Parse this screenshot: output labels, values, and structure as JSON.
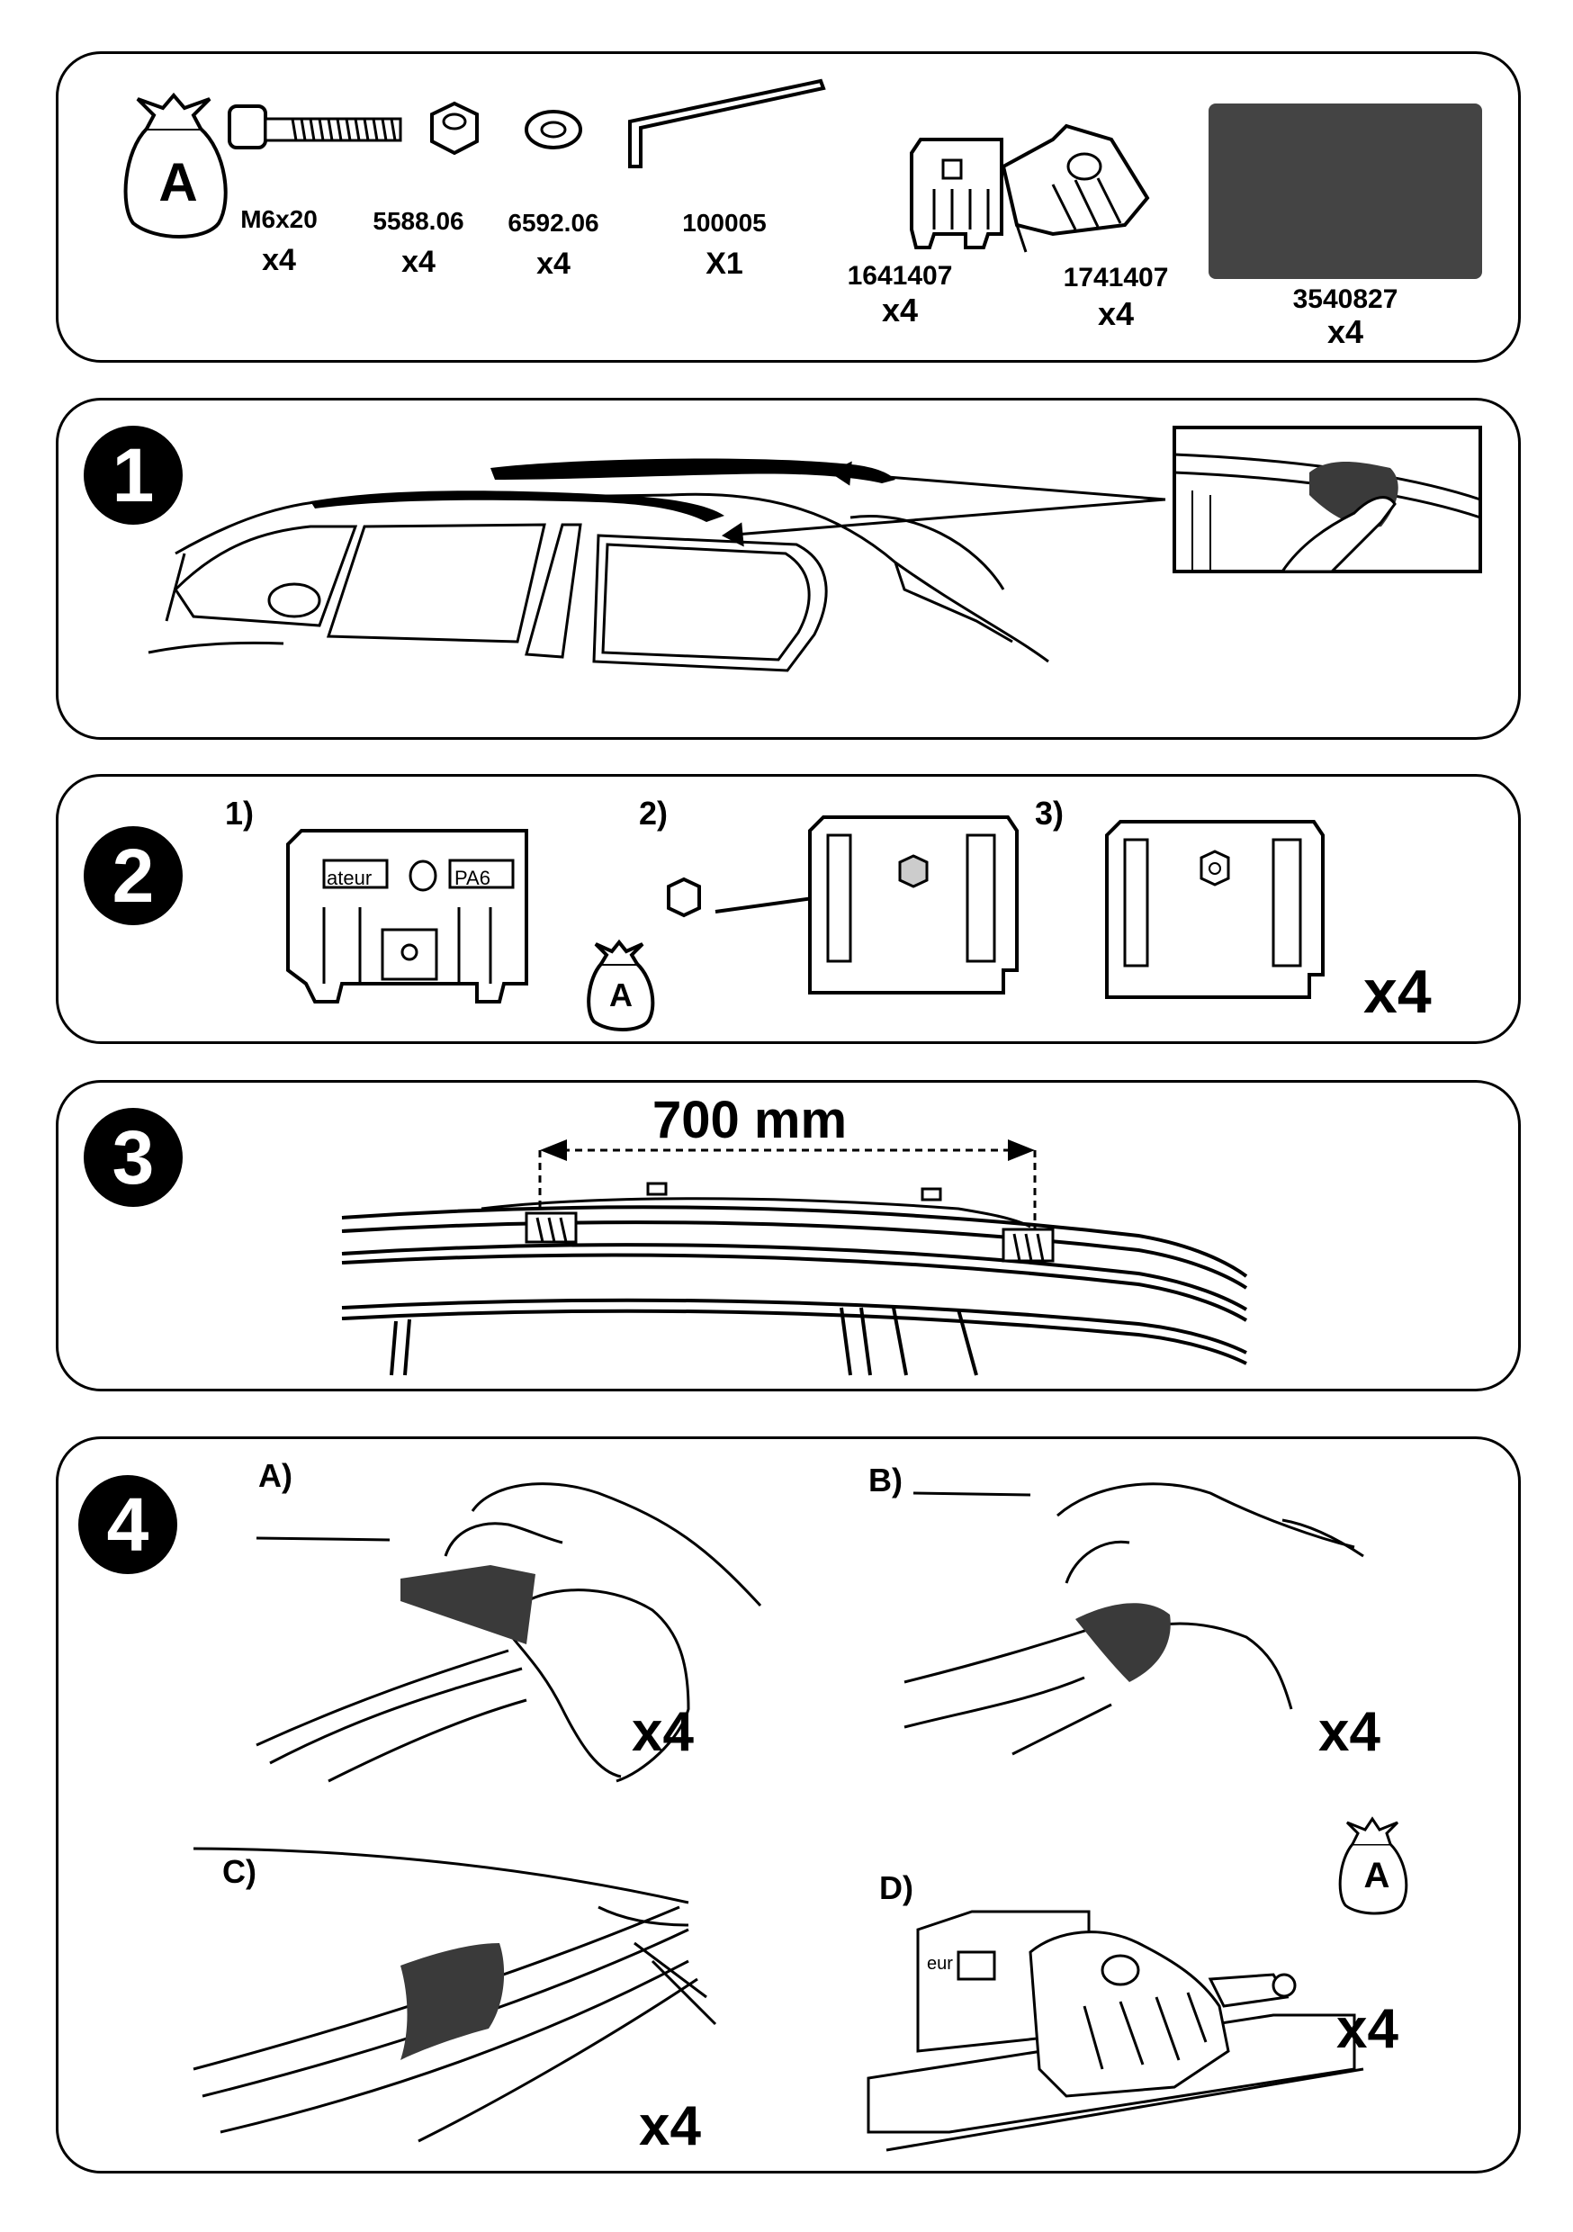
{
  "kit": {
    "bag_letter": "A",
    "parts": [
      {
        "number": "M6x20",
        "quantity": "x4"
      },
      {
        "number": "5588.06",
        "quantity": "x4"
      },
      {
        "number": "6592.06",
        "quantity": "x4"
      },
      {
        "number": "100005",
        "quantity": "X1"
      },
      {
        "number": "1641407",
        "quantity": "x4"
      },
      {
        "number": "1741407",
        "quantity": "x4"
      },
      {
        "number": "3540827",
        "quantity": "x4"
      }
    ]
  },
  "step1": {
    "badge": "1"
  },
  "step2": {
    "badge": "2",
    "substeps": [
      "1)",
      "2)",
      "3)"
    ],
    "block_labels": [
      "ateur",
      "PA6"
    ],
    "bag_letter": "A",
    "quantity": "x4"
  },
  "step3": {
    "badge": "3",
    "measurement": "700 mm"
  },
  "step4": {
    "badge": "4",
    "substeps": [
      "A)",
      "B)",
      "C)",
      "D)"
    ],
    "quantities": [
      "x4",
      "x4",
      "x4",
      "x4"
    ],
    "bag_letter": "A",
    "block_label": "eur"
  },
  "colors": {
    "ink": "#000000",
    "pad": "#444444",
    "tape": "#3a3a3a"
  }
}
